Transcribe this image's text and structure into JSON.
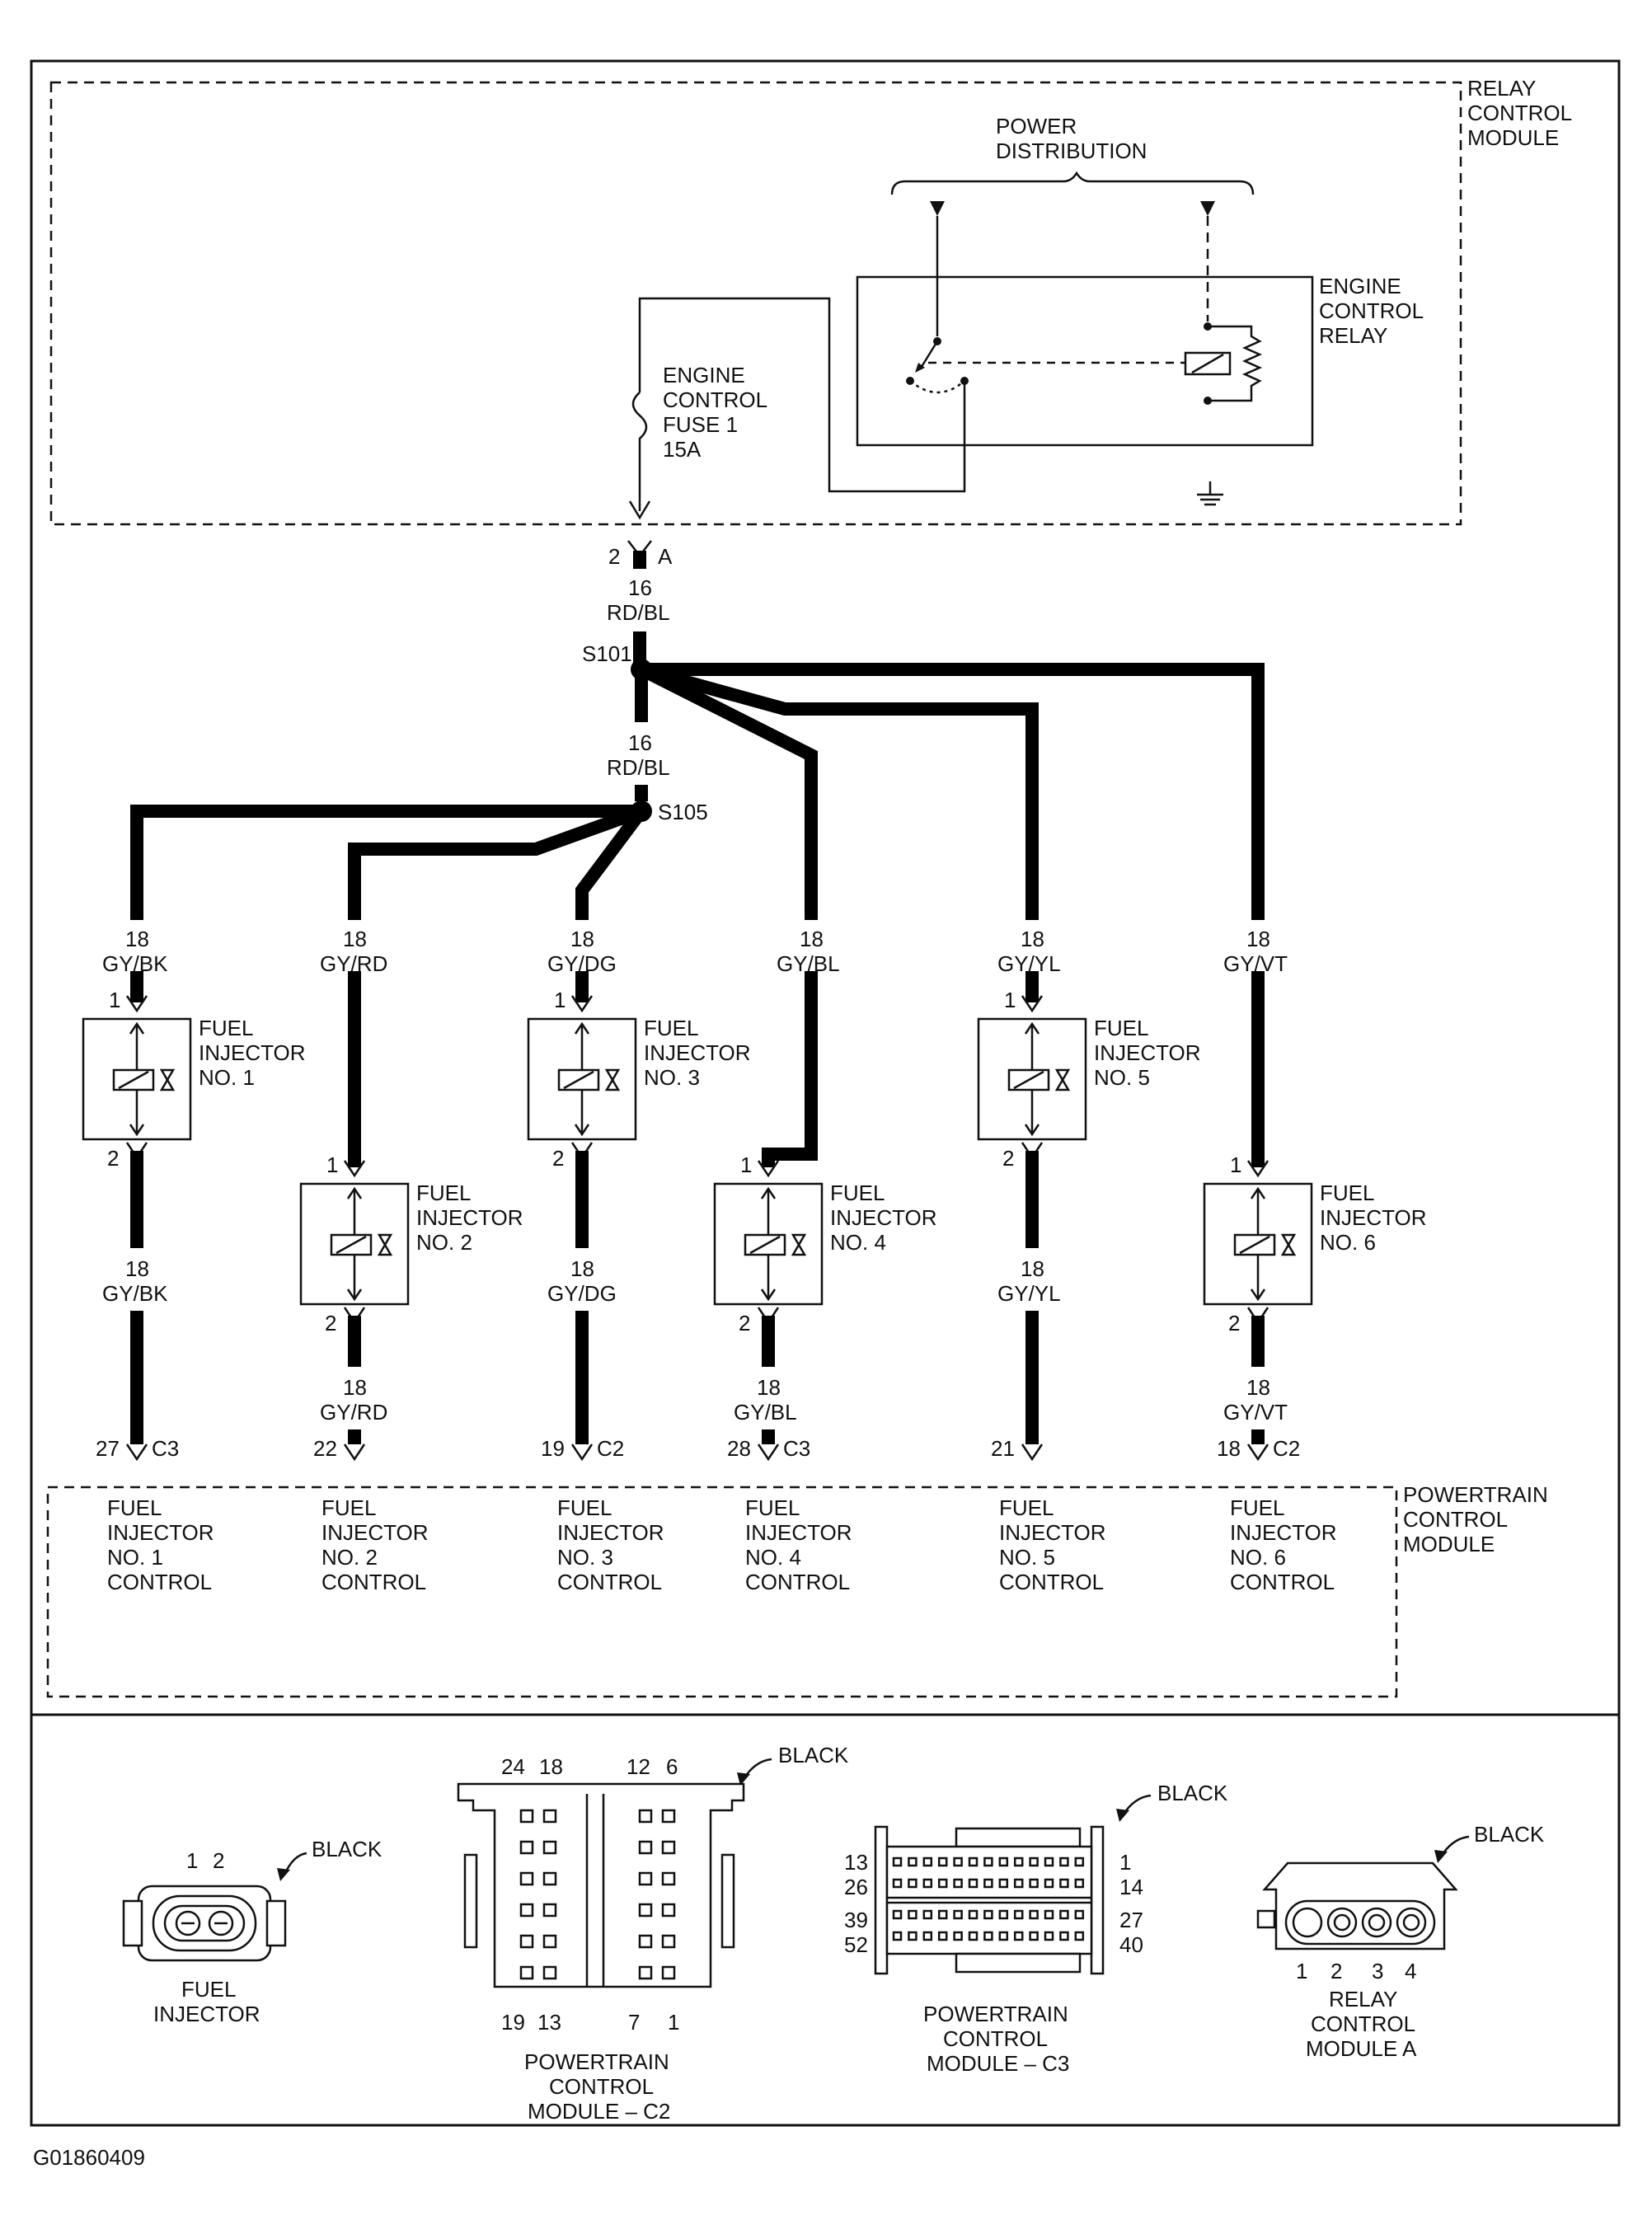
{
  "diagram_id": "G01860409",
  "relay_module": {
    "title_lines": [
      "RELAY",
      "CONTROL",
      "MODULE"
    ],
    "power_distribution": [
      "POWER",
      "DISTRIBUTION"
    ],
    "relay_lines": [
      "ENGINE",
      "CONTROL",
      "RELAY"
    ],
    "fuse_lines": [
      "ENGINE",
      "CONTROL",
      "FUSE 1",
      "15A"
    ]
  },
  "connector_a": {
    "pin": "2",
    "label": "A"
  },
  "main_wire": {
    "gauge": "16",
    "color": "RD/BL"
  },
  "splices": {
    "s101": "S101",
    "s105": "S105"
  },
  "branch_wire": {
    "gauge": "16",
    "color": "RD/BL"
  },
  "injectors": [
    {
      "lines": [
        "FUEL",
        "INJECTOR",
        "NO. 1"
      ],
      "pin_in": "1",
      "pin_out": "2",
      "wire_gauge": "18",
      "wire_color": "GY/BK",
      "lower_gauge": "18",
      "lower_color": "GY/BK",
      "pcm_pin": "27",
      "pcm_conn": "C3",
      "control": [
        "FUEL",
        "INJECTOR",
        "NO. 1",
        "CONTROL"
      ]
    },
    {
      "lines": [
        "FUEL",
        "INJECTOR",
        "NO. 2"
      ],
      "pin_in": "1",
      "pin_out": "2",
      "wire_gauge": "18",
      "wire_color": "GY/RD",
      "lower_gauge": "18",
      "lower_color": "GY/RD",
      "pcm_pin": "22",
      "pcm_conn": "",
      "control": [
        "FUEL",
        "INJECTOR",
        "NO. 2",
        "CONTROL"
      ]
    },
    {
      "lines": [
        "FUEL",
        "INJECTOR",
        "NO. 3"
      ],
      "pin_in": "1",
      "pin_out": "2",
      "wire_gauge": "18",
      "wire_color": "GY/DG",
      "lower_gauge": "18",
      "lower_color": "GY/DG",
      "pcm_pin": "19",
      "pcm_conn": "C2",
      "control": [
        "FUEL",
        "INJECTOR",
        "NO. 3",
        "CONTROL"
      ]
    },
    {
      "lines": [
        "FUEL",
        "INJECTOR",
        "NO. 4"
      ],
      "pin_in": "1",
      "pin_out": "2",
      "wire_gauge": "18",
      "wire_color": "GY/BL",
      "lower_gauge": "18",
      "lower_color": "GY/BL",
      "pcm_pin": "28",
      "pcm_conn": "C3",
      "control": [
        "FUEL",
        "INJECTOR",
        "NO. 4",
        "CONTROL"
      ]
    },
    {
      "lines": [
        "FUEL",
        "INJECTOR",
        "NO. 5"
      ],
      "pin_in": "1",
      "pin_out": "2",
      "wire_gauge": "18",
      "wire_color": "GY/YL",
      "lower_gauge": "18",
      "lower_color": "GY/YL",
      "pcm_pin": "21",
      "pcm_conn": "",
      "control": [
        "FUEL",
        "INJECTOR",
        "NO. 5",
        "CONTROL"
      ]
    },
    {
      "lines": [
        "FUEL",
        "INJECTOR",
        "NO. 6"
      ],
      "pin_in": "1",
      "pin_out": "2",
      "wire_gauge": "18",
      "wire_color": "GY/VT",
      "lower_gauge": "18",
      "lower_color": "GY/VT",
      "pcm_pin": "18",
      "pcm_conn": "C2",
      "control": [
        "FUEL",
        "INJECTOR",
        "NO. 6",
        "CONTROL"
      ]
    }
  ],
  "pcm": {
    "title_lines": [
      "POWERTRAIN",
      "CONTROL",
      "MODULE"
    ]
  },
  "connectors": {
    "fuel_injector": {
      "pins": [
        "1",
        "2"
      ],
      "color": "BLACK",
      "name": [
        "FUEL",
        "INJECTOR"
      ]
    },
    "pcm_c2": {
      "top_pins": [
        "24",
        "18",
        "12",
        "6"
      ],
      "bottom_pins": [
        "19",
        "13",
        "7",
        "1"
      ],
      "color": "BLACK",
      "name": [
        "POWERTRAIN",
        "CONTROL",
        "MODULE – C2"
      ]
    },
    "pcm_c3": {
      "left_pins": [
        "13",
        "26",
        "39",
        "52"
      ],
      "right_pins": [
        "1",
        "14",
        "27",
        "40"
      ],
      "color": "BLACK",
      "name": [
        "POWERTRAIN",
        "CONTROL",
        "MODULE – C3"
      ]
    },
    "relay_a": {
      "pins": [
        "1",
        "2",
        "3",
        "4"
      ],
      "color": "BLACK",
      "name": [
        "RELAY",
        "CONTROL",
        "MODULE A"
      ]
    }
  }
}
